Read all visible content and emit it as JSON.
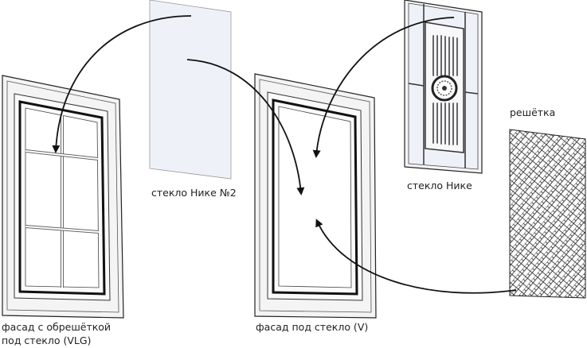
{
  "labels": {
    "glass_nike_2": "стекло Нике №2",
    "glass_nike": "стекло Нике",
    "lattice": "решётка",
    "facade_vlg_line1": "фасад с обрешёткой",
    "facade_vlg_line2": "под стекло (VLG)",
    "facade_v": "фасад под стекло (V)"
  },
  "colors": {
    "stroke": "#222222",
    "glass": "#eef2f8",
    "frame": "#f4f4f4"
  }
}
